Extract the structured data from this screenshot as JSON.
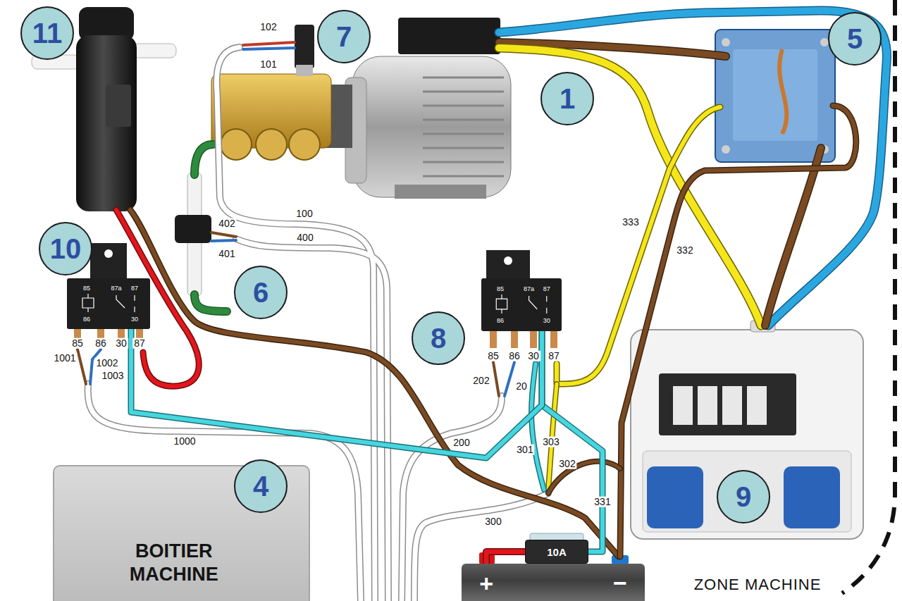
{
  "diagram": {
    "nodes": [
      {
        "text": [
          "11"
        ]
      },
      {
        "text": [
          "7"
        ]
      },
      {
        "text": [
          "5"
        ]
      },
      {
        "text": [
          "1"
        ]
      },
      {
        "text": [
          "10"
        ]
      },
      {
        "text": [
          "85",
          "87a",
          "87",
          "86",
          "30"
        ]
      },
      {
        "text": [
          "6"
        ]
      },
      {
        "text": [
          "85",
          "87a",
          "87",
          "86",
          "30"
        ]
      },
      {
        "text": [
          "8"
        ]
      },
      {
        "text": [
          "BOITIER MACHINE"
        ]
      },
      {
        "text": [
          "4"
        ],
        "in": 9
      },
      {
        "text": [
          "9"
        ]
      },
      {
        "text": [
          "10A"
        ]
      },
      {
        "text": [
          "+",
          "−"
        ]
      }
    ],
    "edges": [
      {
        "from": 13,
        "to": 12,
        "arrow": "none"
      },
      {
        "from": 12,
        "to": 7,
        "arrow": "none",
        "label": "331"
      },
      {
        "from": 5,
        "to": 7,
        "arrow": "none"
      }
    ],
    "labels": [
      "102",
      "101",
      "100",
      "402",
      "333",
      "400",
      "332",
      "401",
      "85",
      "86",
      "30",
      "87",
      "85",
      "86",
      "30",
      "87",
      "1001",
      "1002",
      "1003",
      "202",
      "20",
      "1000",
      "303",
      "200",
      "301",
      "302",
      "300",
      "ZONE MACHINE"
    ]
  }
}
